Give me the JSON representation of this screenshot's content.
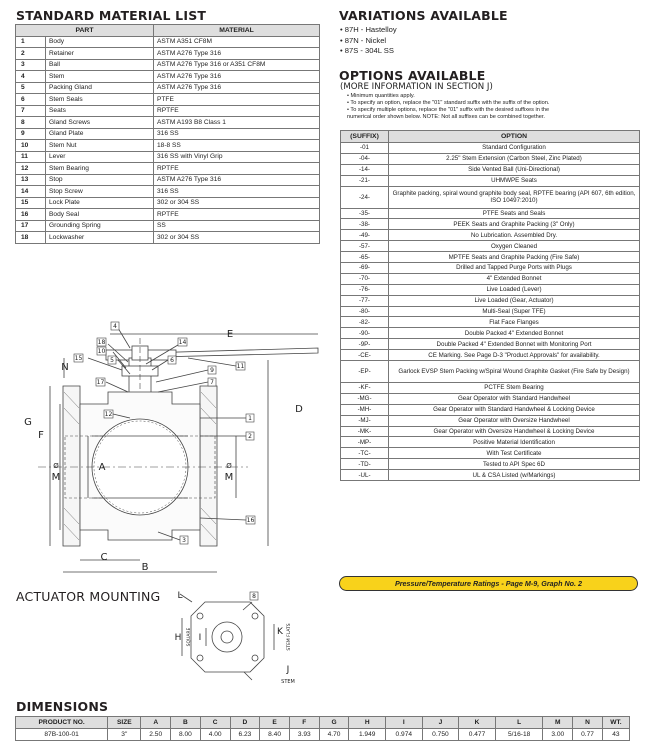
{
  "material": {
    "title": "STANDARD MATERIAL LIST",
    "headers": [
      "PART",
      "MATERIAL"
    ],
    "rows": [
      {
        "n": "1",
        "part": "Body",
        "mat": "ASTM A351 CF8M"
      },
      {
        "n": "2",
        "part": "Retainer",
        "mat": "ASTM A276 Type 316"
      },
      {
        "n": "3",
        "part": "Ball",
        "mat": "ASTM A276 Type 316 or A351 CF8M"
      },
      {
        "n": "4",
        "part": "Stem",
        "mat": "ASTM A276 Type 316"
      },
      {
        "n": "5",
        "part": "Packing Gland",
        "mat": "ASTM A276 Type 316"
      },
      {
        "n": "6",
        "part": "Stem Seals",
        "mat": "PTFE"
      },
      {
        "n": "7",
        "part": "Seats",
        "mat": "RPTFE"
      },
      {
        "n": "8",
        "part": "Gland Screws",
        "mat": "ASTM A193 B8 Class 1"
      },
      {
        "n": "9",
        "part": "Gland Plate",
        "mat": "316 SS"
      },
      {
        "n": "10",
        "part": "Stem Nut",
        "mat": "18-8 SS"
      },
      {
        "n": "11",
        "part": "Lever",
        "mat": "316 SS with Vinyl Grip"
      },
      {
        "n": "12",
        "part": "Stem Bearing",
        "mat": "RPTFE"
      },
      {
        "n": "13",
        "part": "Stop",
        "mat": "ASTM A276 Type 316"
      },
      {
        "n": "14",
        "part": "Stop Screw",
        "mat": "316 SS"
      },
      {
        "n": "15",
        "part": "Lock Plate",
        "mat": "302 or 304 SS"
      },
      {
        "n": "16",
        "part": "Body Seal",
        "mat": "RPTFE"
      },
      {
        "n": "17",
        "part": "Grounding Spring",
        "mat": "SS"
      },
      {
        "n": "18",
        "part": "Lockwasher",
        "mat": "302 or 304 SS"
      }
    ]
  },
  "variations": {
    "title": "VARIATIONS AVAILABLE",
    "items": [
      "•  87H  -  Hastelloy",
      "•  87N  -  Nickel",
      "•  87S  -  304L SS"
    ]
  },
  "options": {
    "title": "OPTIONS AVAILABLE",
    "subtitle": "(MORE INFORMATION IN SECTION J)",
    "notes": [
      "•  Minimum quantities apply.",
      "•  To specify an option, replace the \"01\" standard suffix with the suffix of the option.",
      "•  To specify multiple options, replace the \"01\" suffix with the desired suffixes in the",
      "    numerical order shown below. NOTE: Not all suffixes can be combined together."
    ],
    "headers": [
      "(SUFFIX)",
      "OPTION"
    ],
    "rows": [
      {
        "s": "-01",
        "o": "Standard Configuration"
      },
      {
        "s": "-04-",
        "o": "2.25\" Stem Extension (Carbon Steel, Zinc Plated)"
      },
      {
        "s": "-14-",
        "o": "Side Vented Ball (Uni-Directional)"
      },
      {
        "s": "-21-",
        "o": "UHMWPE Seats"
      },
      {
        "s": "-24-",
        "o": "Graphite packing, spiral wound graphite body seal, RPTFE bearing (API 607, 6th edition, ISO 10497:2010)",
        "tall": true
      },
      {
        "s": "-35-",
        "o": "PTFE Seats and Seals"
      },
      {
        "s": "-38-",
        "o": "PEEK Seats and Graphite Packing (3\" Only)"
      },
      {
        "s": "-49-",
        "o": "No Lubrication.  Assembled Dry."
      },
      {
        "s": "-57-",
        "o": "Oxygen Cleaned"
      },
      {
        "s": "-65-",
        "o": "MPTFE Seats and Graphite Packing (Fire Safe)"
      },
      {
        "s": "-69-",
        "o": "Drilled and Tapped Purge Ports with Plugs"
      },
      {
        "s": "-70-",
        "o": "4\" Extended Bonnet"
      },
      {
        "s": "-76-",
        "o": "Live Loaded (Lever)"
      },
      {
        "s": "-77-",
        "o": "Live Loaded (Gear, Actuator)"
      },
      {
        "s": "-80-",
        "o": "Multi-Seal (Super TFE)"
      },
      {
        "s": "-82-",
        "o": "Flat Face Flanges"
      },
      {
        "s": "-90-",
        "o": "Double Packed 4\" Extended Bonnet"
      },
      {
        "s": "-9P-",
        "o": "Double Packed 4\" Extended Bonnet with Monitoring Port"
      },
      {
        "s": "-CE-",
        "o": "CE Marking. See Page D-3 \"Product Approvals\" for availability."
      },
      {
        "s": "-EP-",
        "o": "Garlock EVSP Stem Packing w/Spiral Wound Graphite Gasket (Fire Safe by Design)",
        "tall": true
      },
      {
        "s": "-KF-",
        "o": "PCTFE Stem Bearing"
      },
      {
        "s": "-MG-",
        "o": "Gear Operator with Standard Handwheel"
      },
      {
        "s": "-MH-",
        "o": "Gear Operator with Standard Handwheel & Locking Device"
      },
      {
        "s": "-MJ-",
        "o": "Gear Operator with Oversize Handwheel"
      },
      {
        "s": "-MK-",
        "o": "Gear Operator with Oversize Handwheel & Locking Device"
      },
      {
        "s": "-MP-",
        "o": "Positive Material Identification"
      },
      {
        "s": "-TC-",
        "o": "With Test Certificate"
      },
      {
        "s": "-TD-",
        "o": "Tested to API Spec 6D"
      },
      {
        "s": "-UL-",
        "o": "UL & CSA Listed (w/Markings)"
      }
    ]
  },
  "rating_banner": "Pressure/Temperature Ratings - Page M-9, Graph No. 2",
  "actuator": {
    "title": "ACTUATOR MOUNTING",
    "labels": {
      "L": "L",
      "H": "H",
      "I": "I",
      "K": "K",
      "J": "J",
      "square": "SQUARE",
      "stem_flats": "STEM FLATS",
      "stem": "STEM",
      "callout": "8"
    }
  },
  "drawing": {
    "callouts": [
      "4",
      "18",
      "10",
      "5",
      "14",
      "15",
      "6",
      "11",
      "17",
      "9",
      "7",
      "1",
      "12",
      "2",
      "16",
      "3"
    ],
    "dims": {
      "E": "E",
      "D": "D",
      "N": "N",
      "G": "G",
      "F": "F",
      "A": "A",
      "M": "M",
      "C": "C",
      "B": "B",
      "phi": "Ø"
    }
  },
  "dimensions": {
    "title": "DIMENSIONS",
    "headers": [
      "PRODUCT NO.",
      "SIZE",
      "A",
      "B",
      "C",
      "D",
      "E",
      "F",
      "G",
      "H",
      "I",
      "J",
      "K",
      "L",
      "M",
      "N",
      "WT."
    ],
    "rows": [
      [
        "87B-100-01",
        "3\"",
        "2.50",
        "8.00",
        "4.00",
        "6.23",
        "8.40",
        "3.93",
        "4.70",
        "1.949",
        "0.974",
        "0.750",
        "0.477",
        "5/16-18",
        "3.00",
        "0.77",
        "43"
      ]
    ]
  }
}
